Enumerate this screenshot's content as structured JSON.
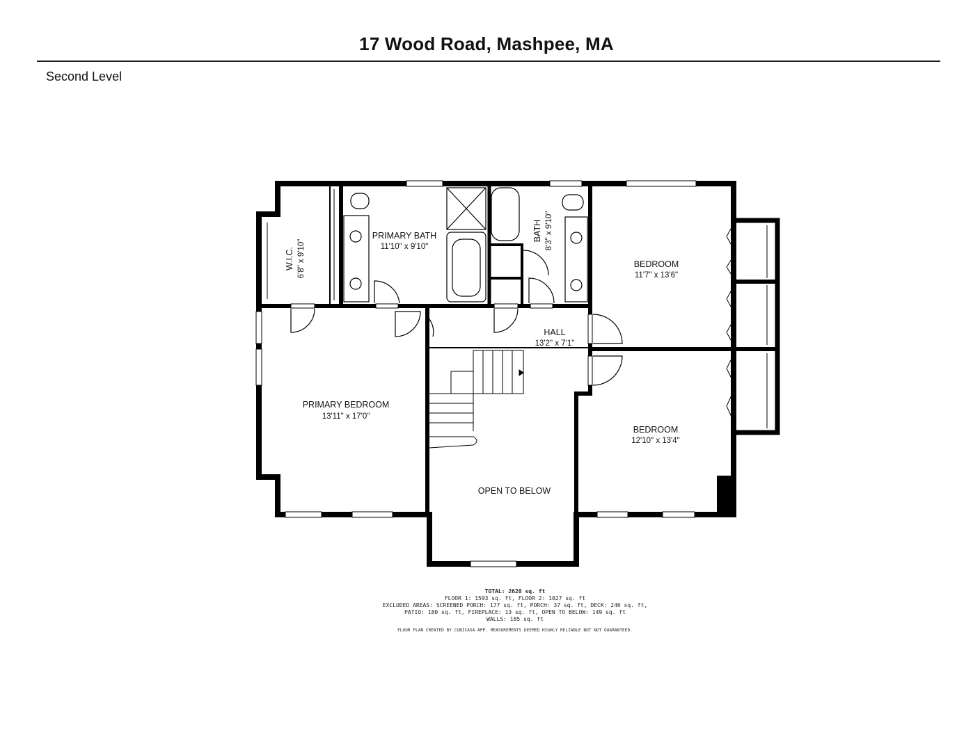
{
  "header": {
    "title": "17 Wood Road, Mashpee,  MA",
    "level": "Second Level"
  },
  "rooms": {
    "wic": {
      "name": "W.I.C.",
      "dims": "6'8\" x 9'10\""
    },
    "pbath": {
      "name": "PRIMARY BATH",
      "dims": "11'10\" x 9'10\""
    },
    "bath": {
      "name": "BATH",
      "dims": "8'3\" x 9'10\""
    },
    "bed1": {
      "name": "BEDROOM",
      "dims": "11'7\" x 13'6\""
    },
    "hall": {
      "name": "HALL",
      "dims": "13'2\" x 7'1\""
    },
    "pbed": {
      "name": "PRIMARY BEDROOM",
      "dims": "13'11\" x 17'0\""
    },
    "bed2": {
      "name": "BEDROOM",
      "dims": "12'10\" x 13'4\""
    },
    "open": {
      "name": "OPEN TO BELOW"
    }
  },
  "footer": {
    "total": "TOTAL: 2620 sq. ft",
    "line1": "FLOOR 1: 1593 sq. ft, FLOOR 2: 1027 sq. ft",
    "line2": "EXCLUDED AREAS: SCREENED PORCH: 177 sq. ft, PORCH: 37 sq. ft, DECK: 246 sq. ft,",
    "line3": "PATIO: 180 sq. ft, FIREPLACE: 13 sq. ft, OPEN TO BELOW: 149 sq. ft",
    "line4": "WALLS: 185 sq. ft",
    "disclaimer": "FLOOR PLAN CREATED BY CUBICASA APP. MEASUREMENTS DEEMED HIGHLY RELIABLE BUT NOT GUARANTEED."
  }
}
